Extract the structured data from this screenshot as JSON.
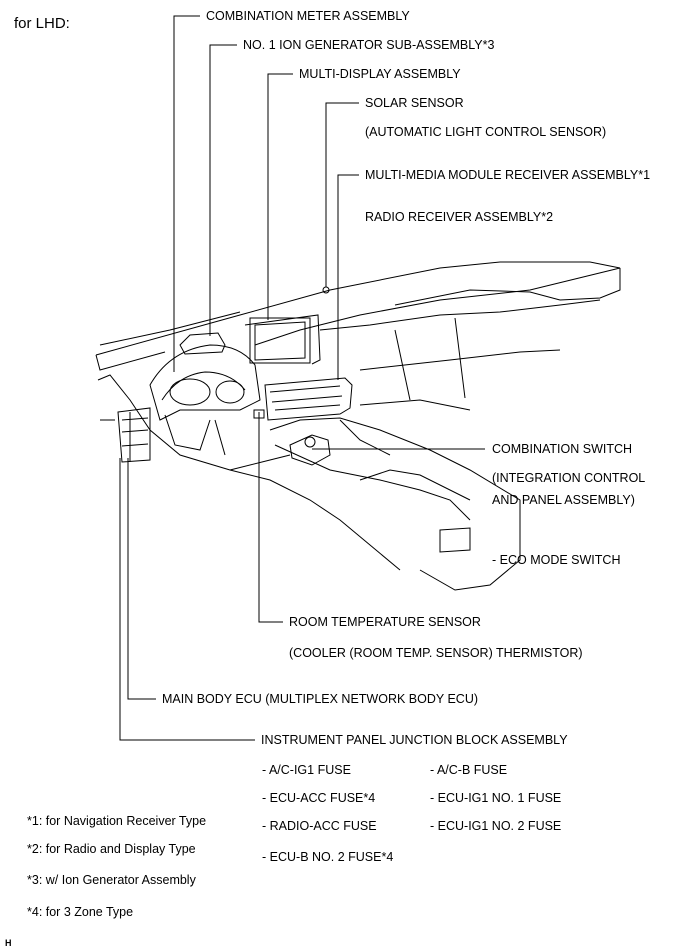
{
  "header": "for LHD:",
  "callouts": {
    "combination_meter": "COMBINATION METER ASSEMBLY",
    "ion_generator": "NO. 1 ION GENERATOR SUB-ASSEMBLY*3",
    "multi_display": "MULTI-DISPLAY ASSEMBLY",
    "solar_sensor": "SOLAR SENSOR",
    "solar_sensor_sub": "(AUTOMATIC LIGHT CONTROL SENSOR)",
    "mm_receiver": "MULTI-MEDIA MODULE RECEIVER ASSEMBLY*1",
    "radio_receiver": "RADIO RECEIVER ASSEMBLY*2",
    "combination_switch": "COMBINATION SWITCH",
    "combination_switch_sub1": "(INTEGRATION CONTROL",
    "combination_switch_sub2": "AND PANEL ASSEMBLY)",
    "eco_mode": "- ECO MODE SWITCH",
    "room_temp": "ROOM TEMPERATURE SENSOR",
    "room_temp_sub": "(COOLER (ROOM TEMP. SENSOR) THERMISTOR)",
    "main_body_ecu": "MAIN BODY ECU (MULTIPLEX NETWORK BODY ECU)",
    "junction_block": "INSTRUMENT PANEL JUNCTION BLOCK ASSEMBLY"
  },
  "fuses": {
    "left": [
      "- A/C-IG1 FUSE",
      "- ECU-ACC FUSE*4",
      "- RADIO-ACC FUSE",
      "- ECU-B NO. 2 FUSE*4"
    ],
    "right": [
      "- A/C-B FUSE",
      "- ECU-IG1 NO. 1 FUSE",
      "- ECU-IG1 NO. 2 FUSE"
    ]
  },
  "footnotes": [
    "*1: for Navigation Receiver Type",
    "*2: for Radio and Display Type",
    "*3: w/ Ion Generator Assembly",
    "*4: for 3 Zone Type"
  ],
  "page_id": "H"
}
